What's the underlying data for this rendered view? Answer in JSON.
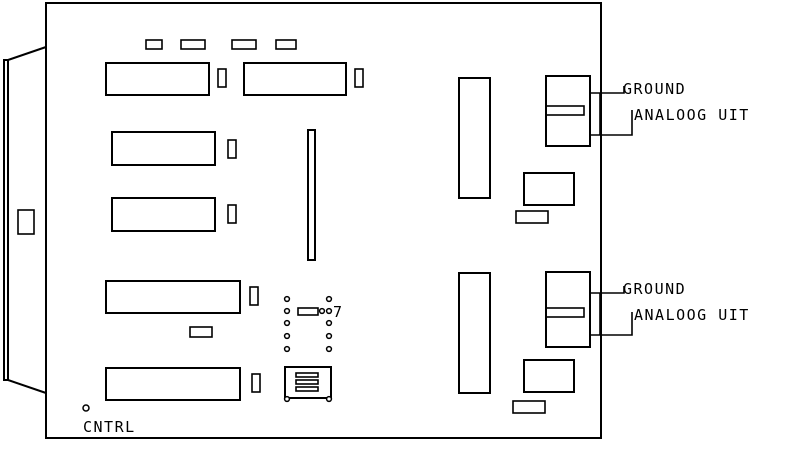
{
  "board": {
    "connector_top": {
      "ground_label": "GROUND",
      "output_label": "ANALOOG UIT"
    },
    "connector_bottom": {
      "ground_label": "GROUND",
      "output_label": "ANALOOG UIT"
    },
    "control_label": "CNTRL",
    "jumper_label": "7"
  },
  "colors": {
    "ink": "#000000",
    "paper": "#ffffff"
  }
}
